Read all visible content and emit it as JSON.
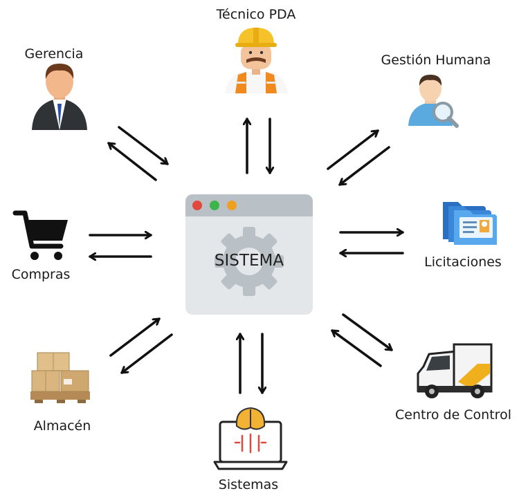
{
  "center": {
    "label": "SISTEMA",
    "dots": [
      "#e0493b",
      "#3cb54a",
      "#f0a020"
    ]
  },
  "nodes": {
    "tecnico": "Técnico PDA",
    "gerencia": "Gerencia",
    "gestion": "Gestión Humana",
    "compras": "Compras",
    "licitaciones": "Licitaciones",
    "almacen": "Almacén",
    "centro": "Centro de Control",
    "sistemas": "Sistemas"
  },
  "icons": {
    "tecnico": "worker-hardhat-icon",
    "gerencia": "businessman-icon",
    "gestion": "user-search-icon",
    "compras": "shopping-cart-icon",
    "licitaciones": "folder-id-card-icon",
    "almacen": "boxes-pallet-icon",
    "centro": "service-van-icon",
    "sistemas": "brain-laptop-icon"
  }
}
